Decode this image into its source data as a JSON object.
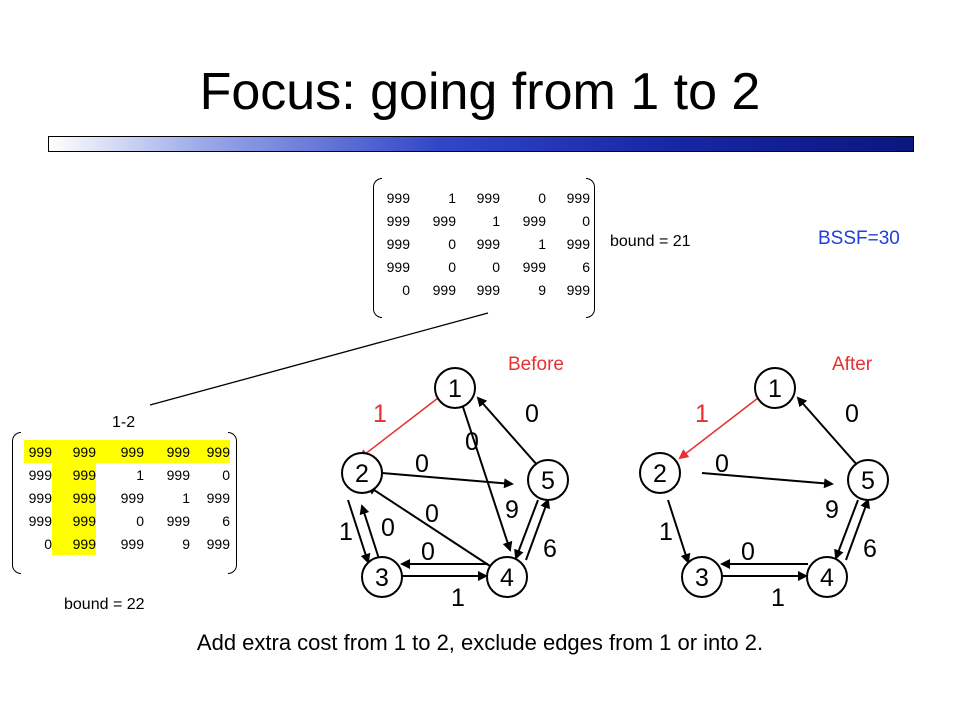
{
  "title": "Focus: going from 1 to 2",
  "bssf": "BSSF=30",
  "top_matrix": {
    "bound": "bound = 21",
    "rows": [
      [
        "999",
        "1",
        "999",
        "0",
        "999"
      ],
      [
        "999",
        "999",
        "1",
        "999",
        "0"
      ],
      [
        "999",
        "0",
        "999",
        "1",
        "999"
      ],
      [
        "999",
        "0",
        "0",
        "999",
        "6"
      ],
      [
        "0",
        "999",
        "999",
        "9",
        "999"
      ]
    ]
  },
  "child_matrix": {
    "label": "1-2",
    "bound": "bound = 22",
    "rows": [
      [
        "999",
        "999",
        "999",
        "999",
        "999"
      ],
      [
        "999",
        "999",
        "1",
        "999",
        "0"
      ],
      [
        "999",
        "999",
        "999",
        "1",
        "999"
      ],
      [
        "999",
        "999",
        "0",
        "999",
        "6"
      ],
      [
        "0",
        "999",
        "999",
        "9",
        "999"
      ]
    ]
  },
  "graphs": [
    {
      "label": "Before",
      "nodes": [
        "1",
        "2",
        "3",
        "4",
        "5"
      ],
      "edge_labels": [
        "1",
        "0",
        "0",
        "0",
        "0",
        "9",
        "1",
        "0",
        "0",
        "6",
        "1"
      ]
    },
    {
      "label": "After",
      "nodes": [
        "1",
        "2",
        "3",
        "4",
        "5"
      ],
      "edge_labels": [
        "1",
        "0",
        "0",
        "9",
        "1",
        "0",
        "6",
        "1"
      ]
    }
  ],
  "caption": "Add extra cost from 1 to 2, exclude edges from 1 or  into 2.",
  "colors": {
    "highlight_edge": "#e83030",
    "label_accent": "#e83030",
    "bssf": "#1f3fd8",
    "cell_highlight": "#ffff00"
  }
}
